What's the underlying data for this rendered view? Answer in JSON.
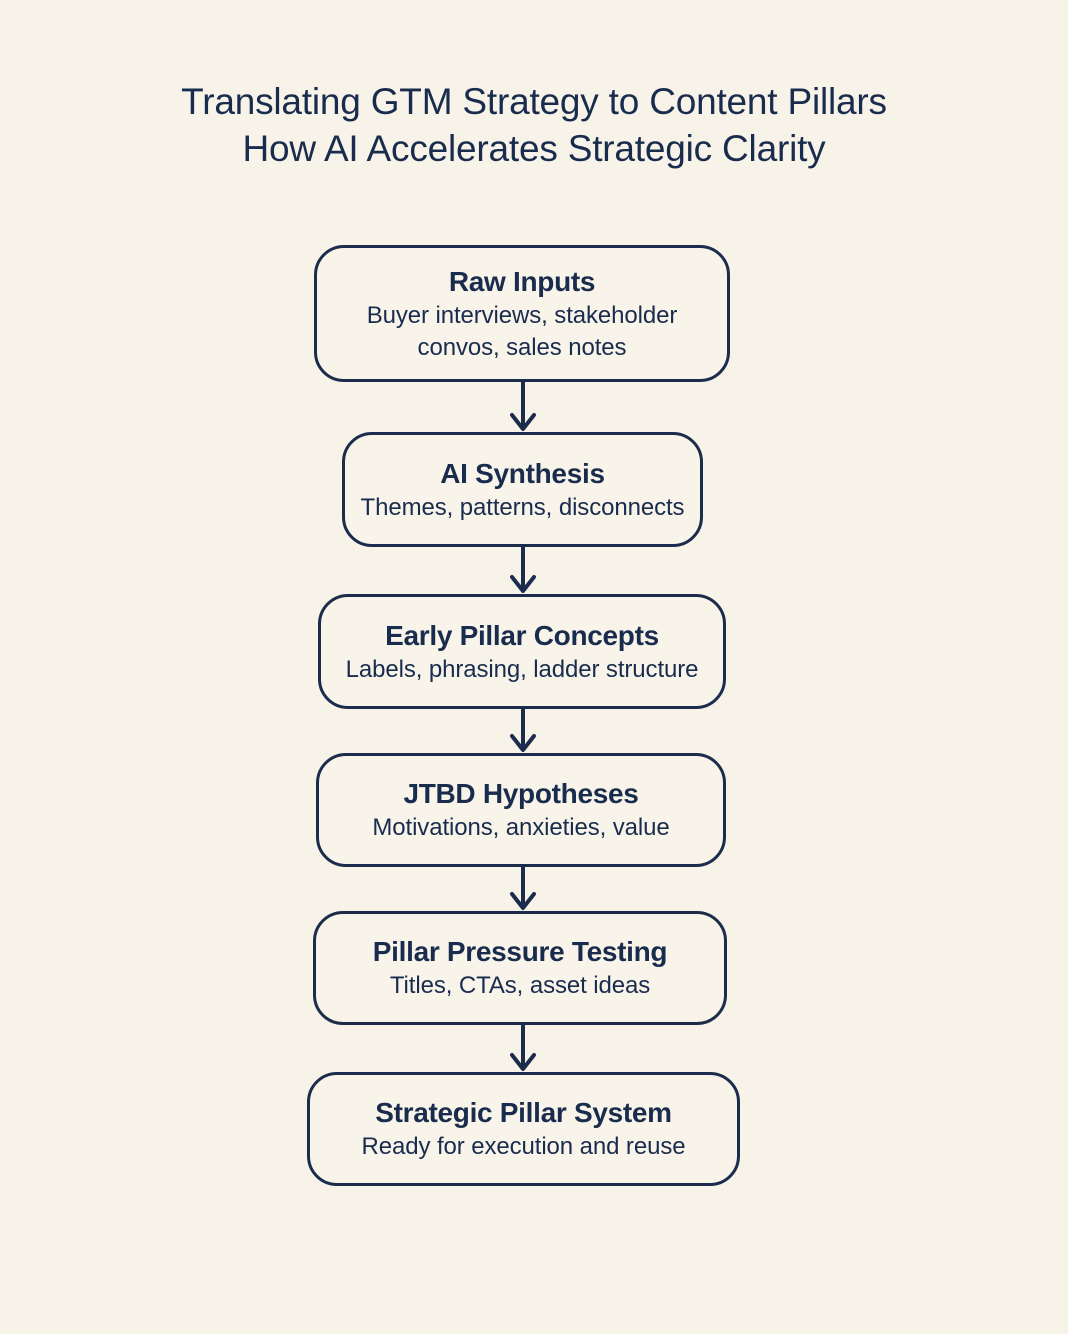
{
  "title": {
    "line1": "Translating GTM Strategy to Content Pillars",
    "line2": "How AI Accelerates Strategic Clarity"
  },
  "colors": {
    "background": "#f7f3e8",
    "node_fill": "#f8f4ea",
    "stroke": "#1c2c4c",
    "text": "#1a2c4e"
  },
  "chart_data": {
    "type": "diagram",
    "diagram_type": "vertical-flowchart",
    "title": "Translating GTM Strategy to Content Pillars — How AI Accelerates Strategic Clarity",
    "orientation": "top-to-bottom",
    "node_count": 6,
    "edge_count": 5,
    "nodes": [
      {
        "id": "raw-inputs",
        "title": "Raw Inputs",
        "subtitle": "Buyer interviews, stakeholder convos, sales notes",
        "subtitle_lines": [
          "Buyer interviews, stakeholder",
          "convos, sales notes"
        ]
      },
      {
        "id": "ai-synthesis",
        "title": "AI Synthesis",
        "subtitle": "Themes, patterns, disconnects",
        "subtitle_lines": [
          "Themes, patterns, disconnects"
        ]
      },
      {
        "id": "early-pillar-concepts",
        "title": "Early Pillar Concepts",
        "subtitle": "Labels, phrasing, ladder structure",
        "subtitle_lines": [
          "Labels, phrasing, ladder structure"
        ]
      },
      {
        "id": "jtbd-hypotheses",
        "title": "JTBD Hypotheses",
        "subtitle": "Motivations, anxieties, value",
        "subtitle_lines": [
          "Motivations, anxieties, value"
        ]
      },
      {
        "id": "pillar-pressure-testing",
        "title": "Pillar Pressure Testing",
        "subtitle": "Titles, CTAs, asset ideas",
        "subtitle_lines": [
          "Titles, CTAs, asset ideas"
        ]
      },
      {
        "id": "strategic-pillar-system",
        "title": "Strategic Pillar System",
        "subtitle": "Ready for execution and reuse",
        "subtitle_lines": [
          "Ready for execution and reuse"
        ]
      }
    ],
    "edges": [
      {
        "from": "raw-inputs",
        "to": "ai-synthesis",
        "style": "arrow-down"
      },
      {
        "from": "ai-synthesis",
        "to": "early-pillar-concepts",
        "style": "arrow-down"
      },
      {
        "from": "early-pillar-concepts",
        "to": "jtbd-hypotheses",
        "style": "arrow-down"
      },
      {
        "from": "jtbd-hypotheses",
        "to": "pillar-pressure-testing",
        "style": "arrow-down"
      },
      {
        "from": "pillar-pressure-testing",
        "to": "strategic-pillar-system",
        "style": "arrow-down"
      }
    ]
  },
  "nodes": [
    {
      "title": "Raw Inputs",
      "sub_line1": "Buyer interviews, stakeholder",
      "sub_line2": "convos, sales notes"
    },
    {
      "title": "AI Synthesis",
      "sub_line1": "Themes, patterns, disconnects",
      "sub_line2": ""
    },
    {
      "title": "Early Pillar Concepts",
      "sub_line1": "Labels, phrasing, ladder structure",
      "sub_line2": ""
    },
    {
      "title": "JTBD Hypotheses",
      "sub_line1": "Motivations, anxieties, value",
      "sub_line2": ""
    },
    {
      "title": "Pillar Pressure Testing",
      "sub_line1": "Titles, CTAs, asset ideas",
      "sub_line2": ""
    },
    {
      "title": "Strategic Pillar System",
      "sub_line1": "Ready for execution and reuse",
      "sub_line2": ""
    }
  ]
}
